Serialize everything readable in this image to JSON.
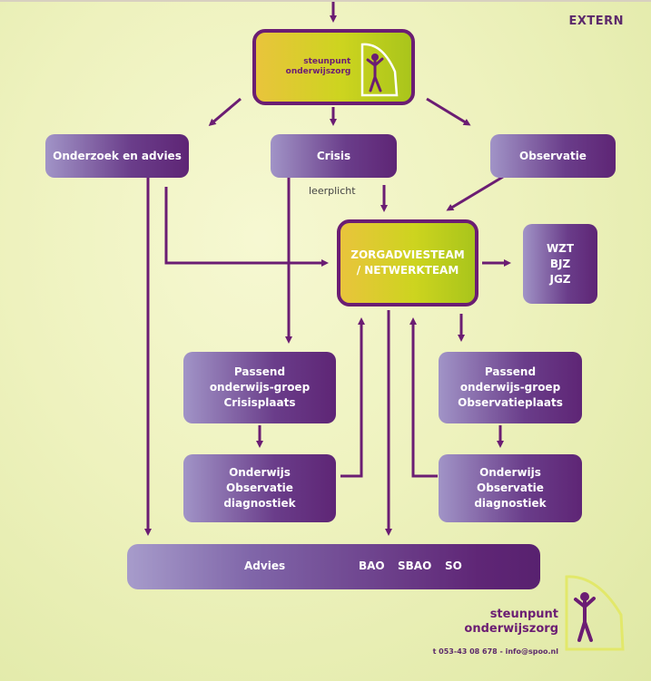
{
  "extern_label": "EXTERN",
  "logo": {
    "line1": "steunpunt",
    "line2": "onderwijszorg"
  },
  "boxes": {
    "onderzoek": "Onderzoek en advies",
    "crisis": "Crisis",
    "observatie": "Observatie",
    "zat_line1": "ZORGADVIESTEAM",
    "zat_line2": "/ NETWERKTEAM",
    "ext_line1": "WZT",
    "ext_line2": "BJZ",
    "ext_line3": "JGZ",
    "passend_left_1": "Passend",
    "passend_left_2": "onderwijs-groep",
    "passend_left_3": "Crisisplaats",
    "passend_right_1": "Passend",
    "passend_right_2": "onderwijs-groep",
    "passend_right_3": "Observatieplaats",
    "onderwijs_left_1": "Onderwijs",
    "onderwijs_left_2": "Observatie",
    "onderwijs_left_3": "diagnostiek",
    "onderwijs_right_1": "Onderwijs",
    "onderwijs_right_2": "Observatie",
    "onderwijs_right_3": "diagnostiek"
  },
  "leerplicht_label": "leerplicht",
  "advies_bar": {
    "advies": "Advies",
    "bao": "BAO",
    "sbao": "SBAO",
    "so": "SO"
  },
  "footer": {
    "brand_line1": "steunpunt",
    "brand_line2": "onderwijszorg",
    "contact": "t 053-43 08 678  -  info@spoo.nl"
  },
  "colors": {
    "arrow": "#6b1d73",
    "box_dark": "#5e2575",
    "box_light": "#a194c7",
    "highlight_yellow": "#e9c43c",
    "highlight_green": "#a9c51b"
  }
}
